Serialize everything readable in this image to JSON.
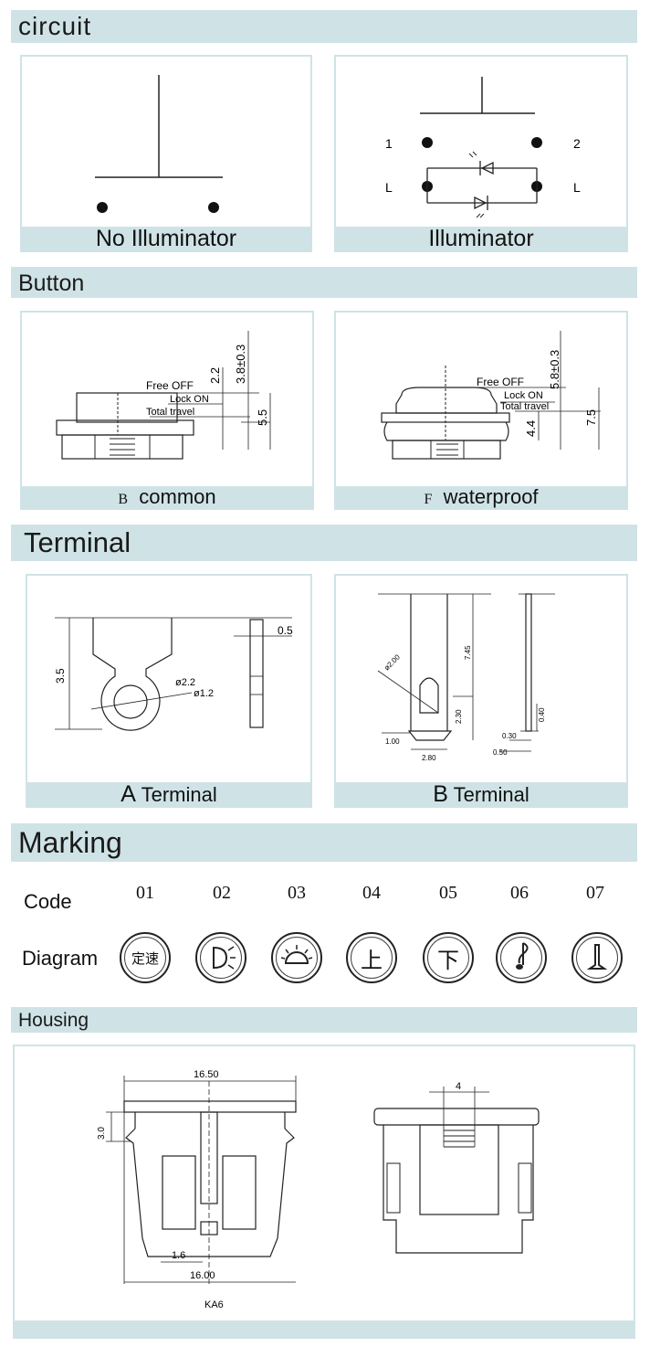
{
  "sections": {
    "circuit": "circuit",
    "button": "Button",
    "terminal": "Terminal",
    "marking": "Marking",
    "housing": "Housing"
  },
  "circuit": {
    "left_caption": "No Illuminator",
    "right_caption": "Illuminator",
    "pin_1": "1",
    "pin_2": "2",
    "pin_l_left": "L",
    "pin_l_right": "L"
  },
  "button": {
    "left_caption_code": "B",
    "left_caption": "common",
    "right_caption_code": "F",
    "right_caption": "waterproof",
    "left_dims": {
      "free_off": "Free  OFF",
      "lock_on": "Lock ON",
      "total_travel": "Total travel",
      "d1": "2.2",
      "d2": "3.8±0.3",
      "d3": "5.5"
    },
    "right_dims": {
      "free_off": "Free  OFF",
      "lock_on": "Lock ON",
      "total_travel": "Total travel",
      "d1": "5.8±0.3",
      "d2": "4.4",
      "d3": "7.5"
    }
  },
  "terminal": {
    "left_caption_code": "A",
    "left_caption": "Terminal",
    "right_caption_code": "B",
    "right_caption": "Terminal",
    "a_dims": {
      "h": "3.5",
      "t": "0.5",
      "d1": "ø2.2",
      "d2": "ø1.2"
    },
    "b_dims": {
      "d": "ø2.00",
      "h1": "7.45",
      "h2": "2.30",
      "w1": "1.00",
      "w2": "2.80",
      "s1": "0.40",
      "s2": "0.30",
      "s3": "0.50"
    }
  },
  "marking": {
    "code_label": "Code",
    "diagram_label": "Diagram",
    "codes": [
      "01",
      "02",
      "03",
      "04",
      "05",
      "06",
      "07"
    ],
    "symbols": [
      {
        "text": "定速",
        "icon": ""
      },
      {
        "text": "",
        "icon": "headlight-icon"
      },
      {
        "text": "",
        "icon": "sunrise-icon"
      },
      {
        "text": "上",
        "icon": ""
      },
      {
        "text": "下",
        "icon": ""
      },
      {
        "text": "",
        "icon": "music-note-icon"
      },
      {
        "text": "",
        "icon": "horn-icon"
      }
    ]
  },
  "housing": {
    "dims": {
      "top_w": "16.50",
      "flange_h": "3.0",
      "pin_w": "1.6",
      "bottom_w": "16.00",
      "side_w": "4"
    },
    "model": "KA6"
  },
  "colors": {
    "band": "#cfe3e6",
    "line": "#222222"
  }
}
